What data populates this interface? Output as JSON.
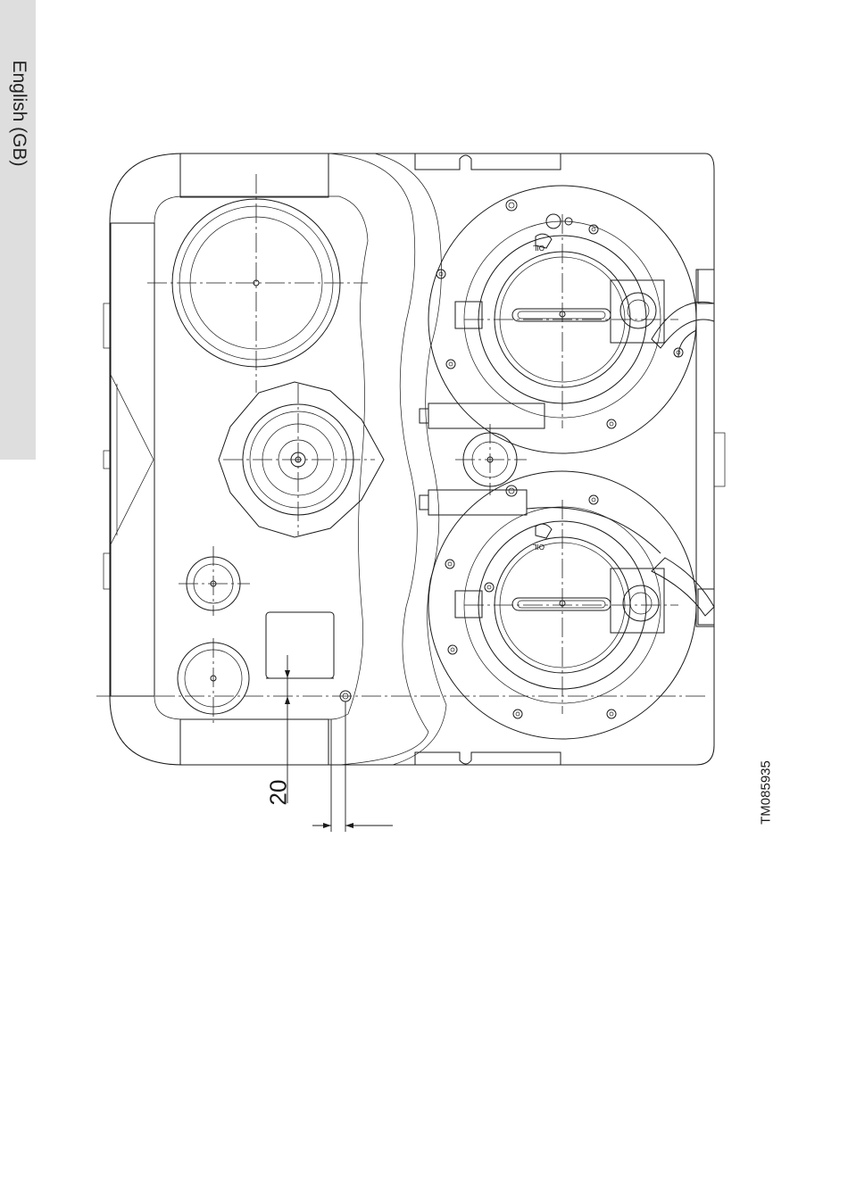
{
  "side_tab": {
    "label": "English (GB)"
  },
  "figure": {
    "dimension_label": "20",
    "figure_code": "TM085935",
    "oil_marking": "OIL"
  }
}
